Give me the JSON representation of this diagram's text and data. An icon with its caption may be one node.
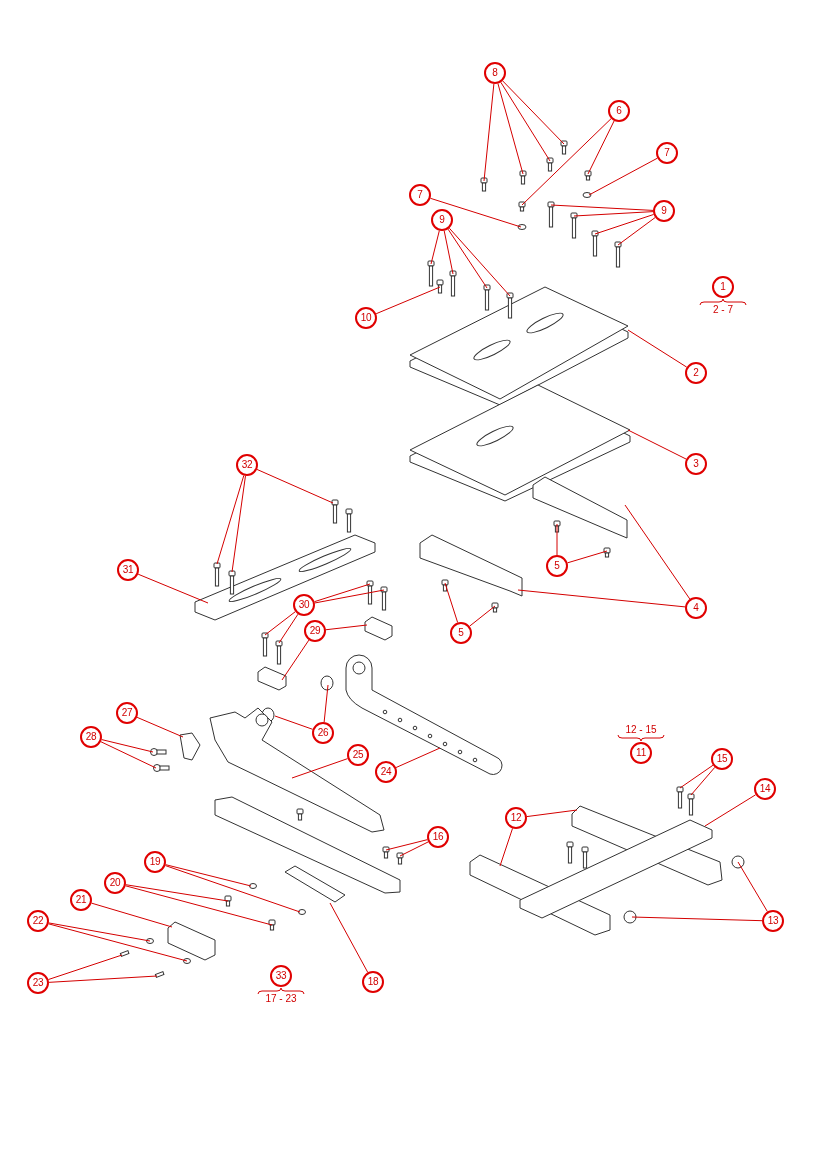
{
  "diagram": {
    "nodes": [
      {
        "text": [
          "8"
        ]
      },
      {
        "text": [
          "6"
        ]
      },
      {
        "text": [
          "7"
        ]
      },
      {
        "text": [
          "7"
        ]
      },
      {
        "text": [
          "9"
        ]
      },
      {
        "text": [
          "9"
        ]
      },
      {
        "text": [
          "10"
        ]
      },
      {
        "text": [
          "1"
        ],
        "beside": [
          "2 - 7"
        ]
      },
      {
        "text": [
          "2"
        ]
      },
      {
        "text": [
          "3"
        ]
      },
      {
        "text": [
          "32"
        ]
      },
      {
        "text": [
          "31"
        ]
      },
      {
        "text": [
          "5"
        ]
      },
      {
        "text": [
          "4"
        ]
      },
      {
        "text": [
          "30"
        ]
      },
      {
        "text": [
          "29"
        ]
      },
      {
        "text": [
          "5"
        ]
      },
      {
        "text": [
          "27"
        ]
      },
      {
        "text": [
          "28"
        ]
      },
      {
        "text": [
          "26"
        ]
      },
      {
        "text": [
          "25"
        ]
      },
      {
        "text": [
          "24"
        ]
      },
      {
        "text": [
          "11"
        ],
        "beside": [
          "12 - 15"
        ]
      },
      {
        "text": [
          "15"
        ]
      },
      {
        "text": [
          "14"
        ]
      },
      {
        "text": [
          "12"
        ]
      },
      {
        "text": [
          "16"
        ]
      },
      {
        "text": [
          "19"
        ]
      },
      {
        "text": [
          "20"
        ]
      },
      {
        "text": [
          "21"
        ]
      },
      {
        "text": [
          "22"
        ]
      },
      {
        "text": [
          "13"
        ]
      },
      {
        "text": [
          "18"
        ]
      },
      {
        "text": [
          "23"
        ]
      },
      {
        "text": [
          "33"
        ],
        "beside": [
          "17 - 23"
        ]
      }
    ],
    "edges": [
      {
        "from": 0,
        "to": null,
        "arrow": "none"
      },
      {
        "from": 0,
        "to": null,
        "arrow": "none"
      },
      {
        "from": 0,
        "to": null,
        "arrow": "none"
      },
      {
        "from": 0,
        "to": null,
        "arrow": "none"
      },
      {
        "from": 1,
        "to": null,
        "arrow": "none"
      },
      {
        "from": 1,
        "to": null,
        "arrow": "none"
      },
      {
        "from": 2,
        "to": null,
        "arrow": "none"
      },
      {
        "from": 3,
        "to": null,
        "arrow": "none"
      },
      {
        "from": 4,
        "to": null,
        "arrow": "none"
      },
      {
        "from": 4,
        "to": null,
        "arrow": "none"
      },
      {
        "from": 4,
        "to": null,
        "arrow": "none"
      },
      {
        "from": 4,
        "to": null,
        "arrow": "none"
      },
      {
        "from": 5,
        "to": null,
        "arrow": "none"
      },
      {
        "from": 5,
        "to": null,
        "arrow": "none"
      },
      {
        "from": 5,
        "to": null,
        "arrow": "none"
      },
      {
        "from": 5,
        "to": null,
        "arrow": "none"
      },
      {
        "from": 6,
        "to": null,
        "arrow": "none"
      },
      {
        "from": 8,
        "to": null,
        "arrow": "none"
      },
      {
        "from": 9,
        "to": null,
        "arrow": "none"
      },
      {
        "from": 10,
        "to": null,
        "arrow": "none"
      },
      {
        "from": 10,
        "to": null,
        "arrow": "none"
      },
      {
        "from": 10,
        "to": null,
        "arrow": "none"
      },
      {
        "from": 11,
        "to": null,
        "arrow": "none"
      },
      {
        "from": 12,
        "to": null,
        "arrow": "none"
      },
      {
        "from": 12,
        "to": null,
        "arrow": "none"
      },
      {
        "from": 13,
        "to": null,
        "arrow": "none"
      },
      {
        "from": 13,
        "to": null,
        "arrow": "none"
      },
      {
        "from": 14,
        "to": null,
        "arrow": "none"
      },
      {
        "from": 14,
        "to": null,
        "arrow": "none"
      },
      {
        "from": 14,
        "to": null,
        "arrow": "none"
      },
      {
        "from": 14,
        "to": null,
        "arrow": "none"
      },
      {
        "from": 15,
        "to": null,
        "arrow": "none"
      },
      {
        "from": 15,
        "to": null,
        "arrow": "none"
      },
      {
        "from": 16,
        "to": null,
        "arrow": "none"
      },
      {
        "from": 16,
        "to": null,
        "arrow": "none"
      },
      {
        "from": 17,
        "to": null,
        "arrow": "none"
      },
      {
        "from": 18,
        "to": null,
        "arrow": "none"
      },
      {
        "from": 18,
        "to": null,
        "arrow": "none"
      },
      {
        "from": 19,
        "to": null,
        "arrow": "none"
      },
      {
        "from": 19,
        "to": null,
        "arrow": "none"
      },
      {
        "from": 20,
        "to": null,
        "arrow": "none"
      },
      {
        "from": 21,
        "to": null,
        "arrow": "none"
      },
      {
        "from": 23,
        "to": null,
        "arrow": "none"
      },
      {
        "from": 23,
        "to": null,
        "arrow": "none"
      },
      {
        "from": 24,
        "to": null,
        "arrow": "none"
      },
      {
        "from": 25,
        "to": null,
        "arrow": "none"
      },
      {
        "from": 25,
        "to": null,
        "arrow": "none"
      },
      {
        "from": 26,
        "to": null,
        "arrow": "none"
      },
      {
        "from": 26,
        "to": null,
        "arrow": "none"
      },
      {
        "from": 27,
        "to": null,
        "arrow": "none"
      },
      {
        "from": 27,
        "to": null,
        "arrow": "none"
      },
      {
        "from": 28,
        "to": null,
        "arrow": "none"
      },
      {
        "from": 28,
        "to": null,
        "arrow": "none"
      },
      {
        "from": 29,
        "to": null,
        "arrow": "none"
      },
      {
        "from": 30,
        "to": null,
        "arrow": "none"
      },
      {
        "from": 30,
        "to": null,
        "arrow": "none"
      },
      {
        "from": 31,
        "to": null,
        "arrow": "none"
      },
      {
        "from": 31,
        "to": null,
        "arrow": "none"
      },
      {
        "from": 32,
        "to": null,
        "arrow": "none"
      },
      {
        "from": 33,
        "to": null,
        "arrow": "none"
      },
      {
        "from": 33,
        "to": null,
        "arrow": "none"
      }
    ]
  }
}
